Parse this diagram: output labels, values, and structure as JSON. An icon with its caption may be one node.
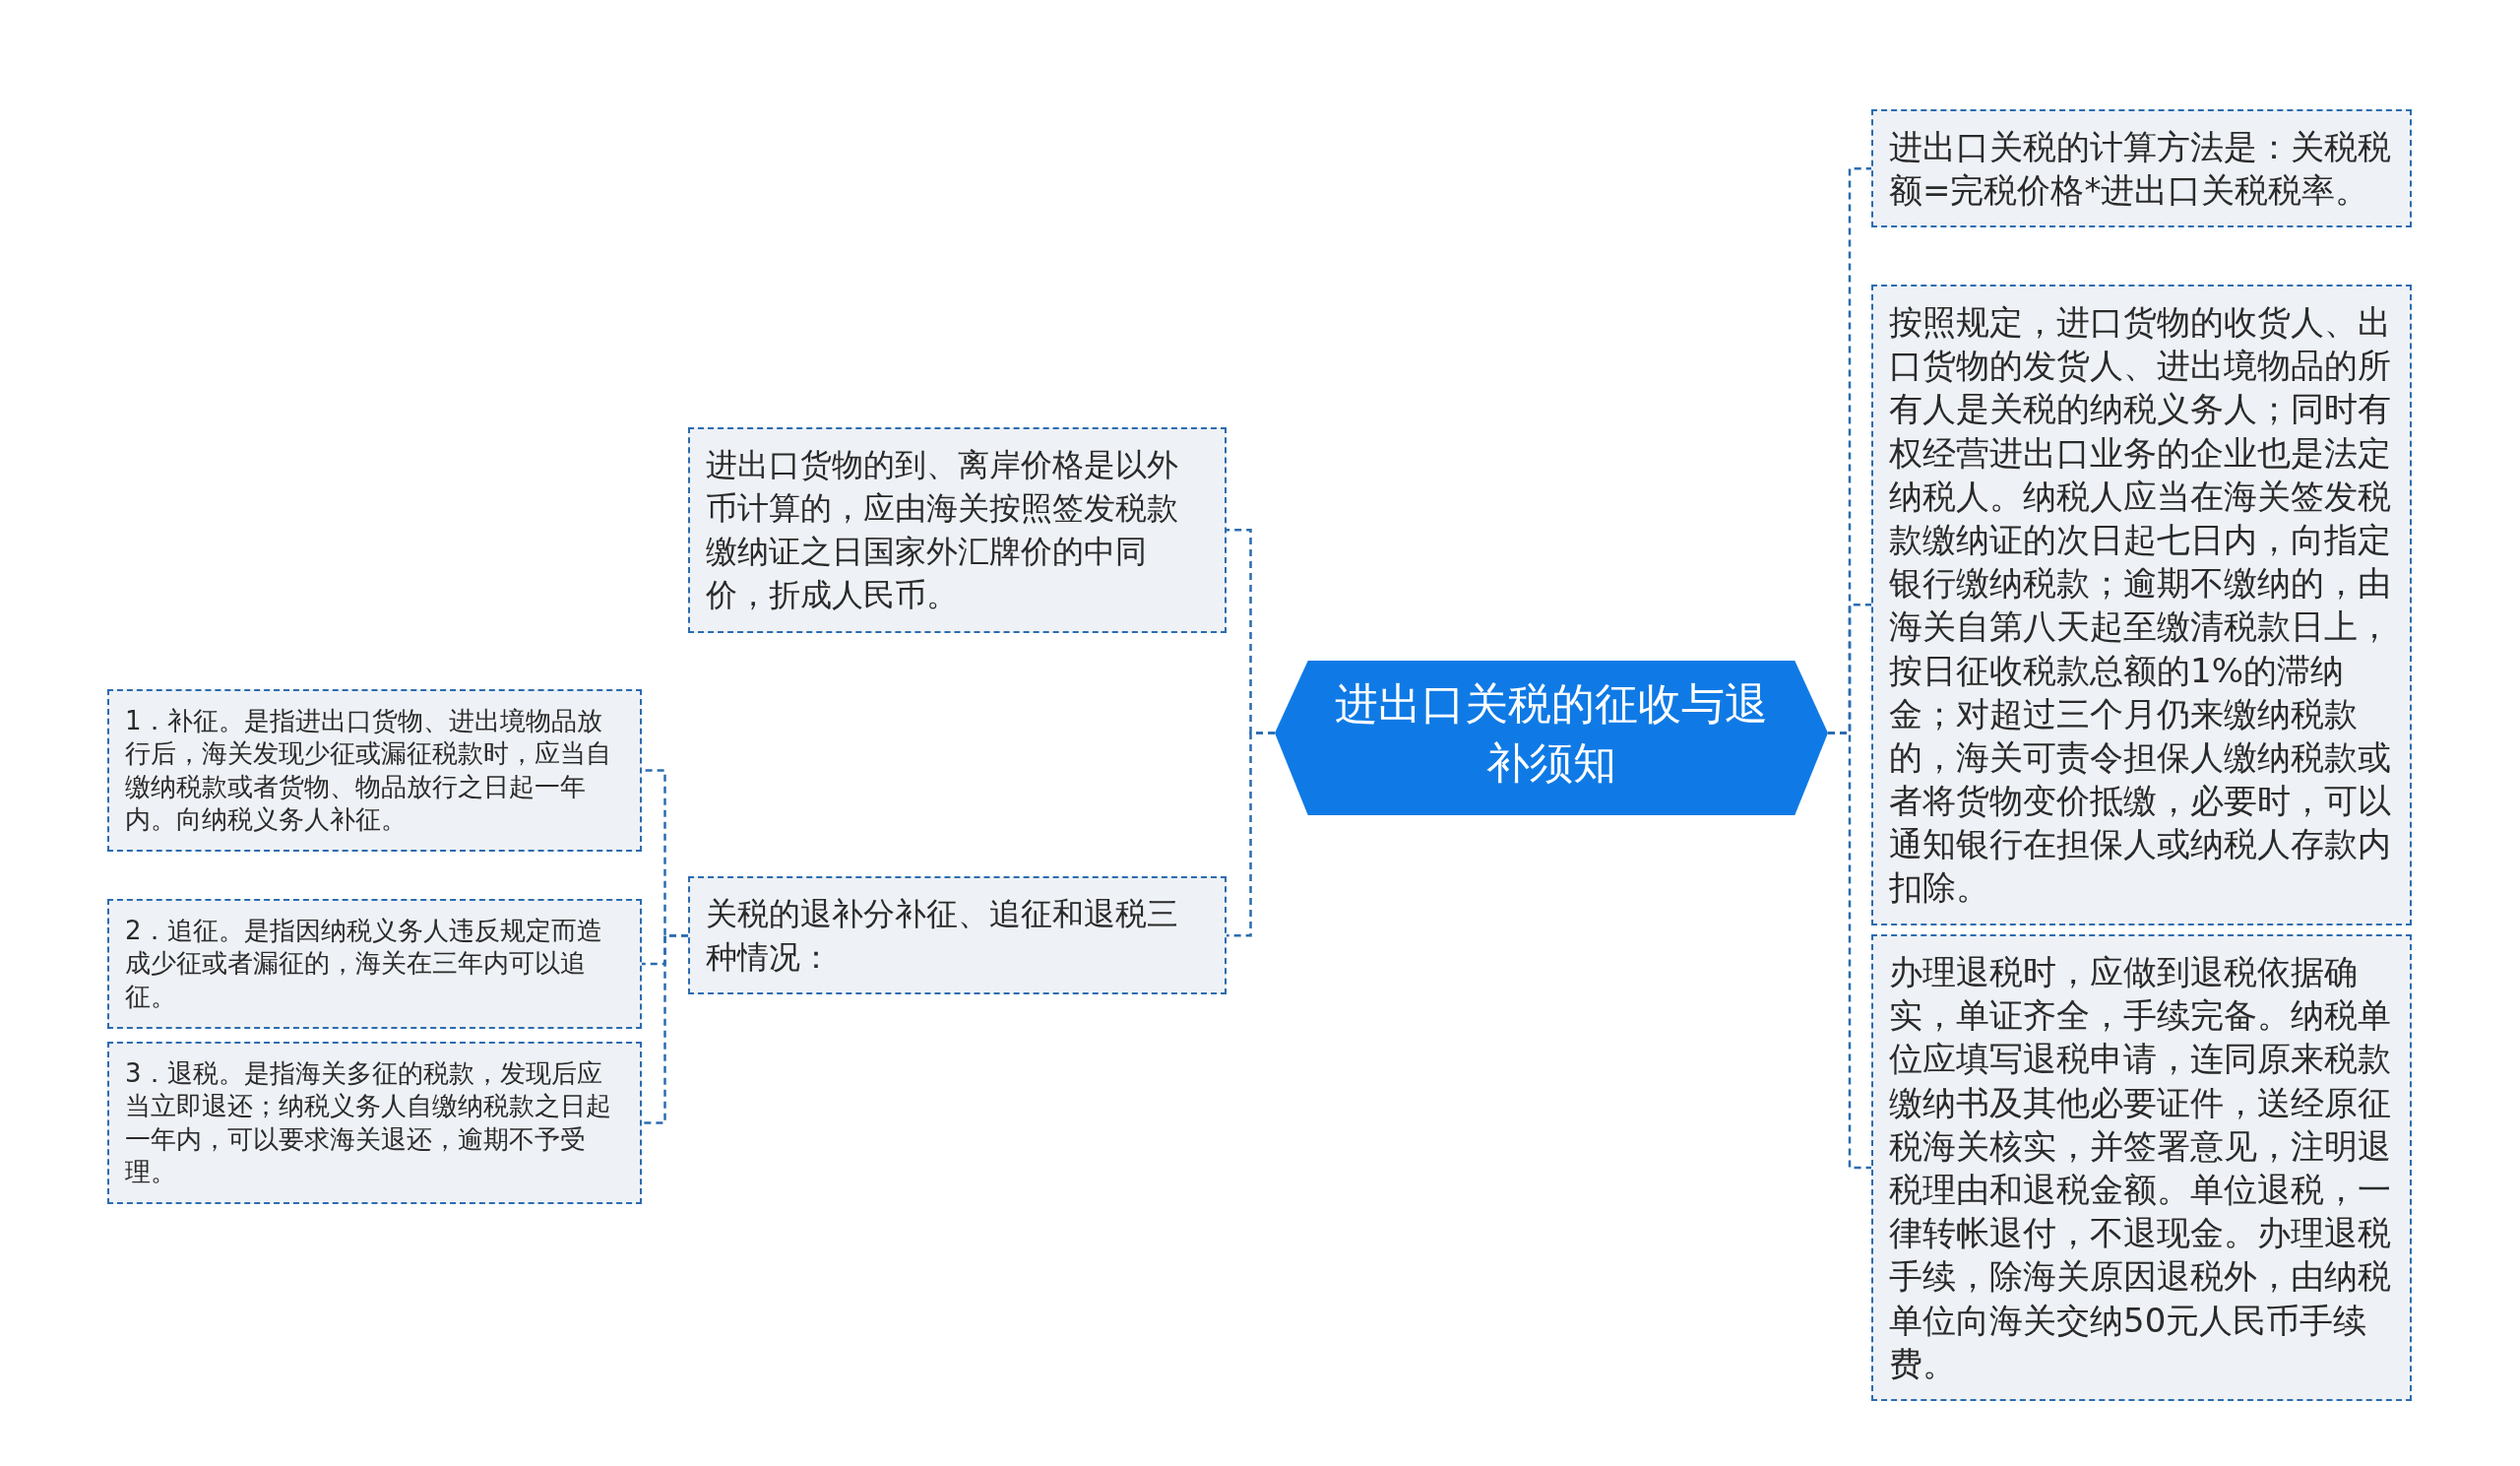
{
  "diagram": {
    "nodes": [
      {
        "text": [
          "进出口关税的征收与退补须知"
        ]
      },
      {
        "text": [
          "进出口货物的到、离岸价格是以外币计算的，应由海关按照签发税款缴纳证之日国家外汇牌价的中同价，折成人民币。"
        ]
      },
      {
        "text": [
          "关税的退补分补征、追征和退税三种情况："
        ]
      },
      {
        "text": [
          "1．补征。是指进出口货物、进出境物品放行后，海关发现少征或漏征税款时，应当自缴纳税款或者货物、物品放行之日起一年内。向纳税义务人补征。"
        ]
      },
      {
        "text": [
          "2．追征。是指因纳税义务人违反规定而造成少征或者漏征的，海关在三年内可以追征。"
        ]
      },
      {
        "text": [
          "3．退税。是指海关多征的税款，发现后应当立即退还；纳税义务人自缴纳税款之日起一年内，可以要求海关退还，逾期不予受理。"
        ]
      },
      {
        "text": [
          "进出口关税的计算方法是：关税税额=完税价格*进出口关税税率。"
        ]
      },
      {
        "text": [
          "按照规定，进口货物的收货人、出口货物的发货人、进出境物品的所有人是关税的纳税义务人；同时有权经营进出口业务的企业也是法定纳税人。纳税人应当在海关签发税款缴纳证的次日起七日内，向指定银行缴纳税款；逾期不缴纳的，由海关自第八天起至缴清税款日上，按日征收税款总额的1%的滞纳金；对超过三个月仍来缴纳税款的，海关可责令担保人缴纳税款或者将货物变价抵缴，必要时，可以通知银行在担保人或纳税人存款内扣除。"
        ]
      },
      {
        "text": [
          "办理退税时，应做到退税依据确实，单证齐全，手续完备。纳税单位应填写退税申请，连同原来税款缴纳书及其他必要证件，送经原征税海关核实，并签署意见，注明退税理由和退税金额。单位退税，一律转帐退付，不退现金。办理退税手续，除海关原因退税外，由纳税单位向海关交纳50元人民币手续费。"
        ]
      }
    ],
    "edges": [
      {
        "from": 0,
        "to": 1,
        "arrow": "none"
      },
      {
        "from": 0,
        "to": 2,
        "arrow": "none"
      },
      {
        "from": 2,
        "to": 3,
        "arrow": "none"
      },
      {
        "from": 2,
        "to": 4,
        "arrow": "none"
      },
      {
        "from": 2,
        "to": 5,
        "arrow": "none"
      },
      {
        "from": 0,
        "to": 6,
        "arrow": "none"
      },
      {
        "from": 0,
        "to": 7,
        "arrow": "none"
      },
      {
        "from": 0,
        "to": 8,
        "arrow": "none"
      }
    ]
  }
}
